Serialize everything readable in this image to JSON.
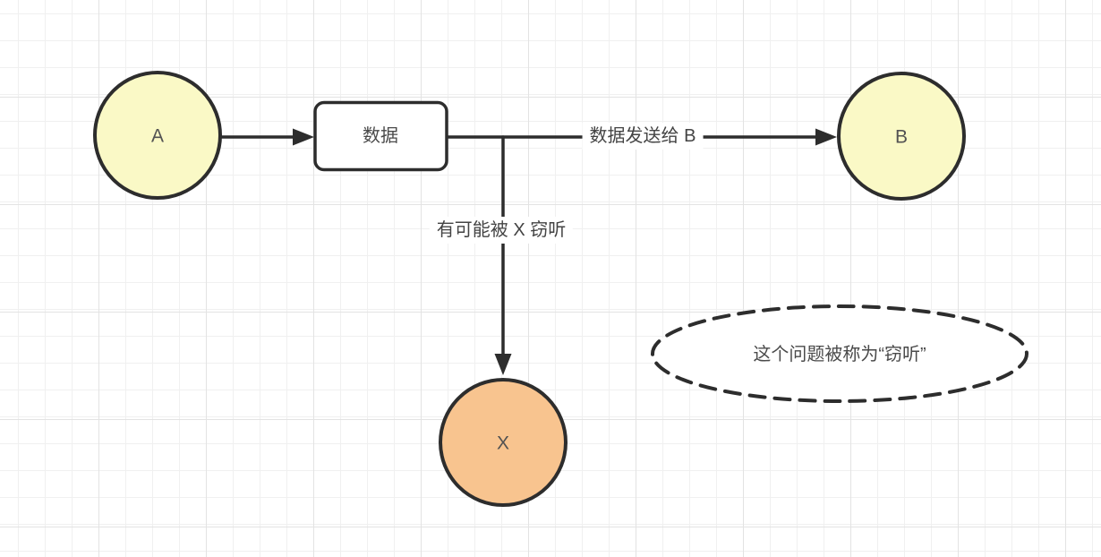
{
  "diagram": {
    "nodes": {
      "a": {
        "label": "A",
        "fill": "#FAF9C6"
      },
      "b": {
        "label": "B",
        "fill": "#FAF9C6"
      },
      "x": {
        "label": "X",
        "fill": "#F8C48F"
      },
      "data_box": {
        "label": "数据",
        "fill": "#FFFFFF"
      }
    },
    "edges": {
      "data_to_b": {
        "label": "数据发送给 B"
      },
      "data_to_x": {
        "label": "有可能被 X 窃听"
      }
    },
    "annotation": {
      "label": "这个问题被称为“窃听”"
    },
    "colors": {
      "stroke": "#2D2D2D",
      "text": "#4A4A4A",
      "grid_minor": "#F0F0F0",
      "grid_major": "#E3E3E3",
      "background": "#FFFFFF"
    }
  }
}
